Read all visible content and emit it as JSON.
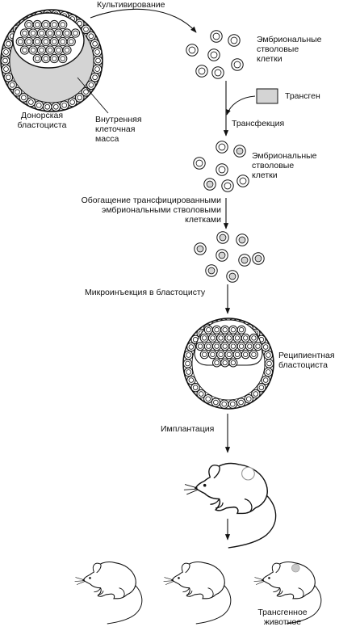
{
  "labels": {
    "cultivation": "Культивирование",
    "es_cells_1": "Эмбриональные\nстволовые\nклетки",
    "donor_blastocyst": "Донорская\nбластоциста",
    "inner_cell_mass": "Внутренняя\nклеточная\nмасса",
    "transgene": "Трансген",
    "transfection": "Трансфекция",
    "es_cells_2": "Эмбриональные\nстволовые\nклетки",
    "enrichment": "Обогащение трансфицированными\nэмбриональными стволовыми\nклетками",
    "microinjection": "Микроинъекция в бластоцисту",
    "recipient_blastocyst": "Реципиентная\nбластоциста",
    "implantation": "Имплантация",
    "transgenic_animal": "Трансгенное\nживотное"
  },
  "colors": {
    "stroke": "#111111",
    "fill_gray": "#d4d4d4",
    "background": "#ffffff"
  }
}
